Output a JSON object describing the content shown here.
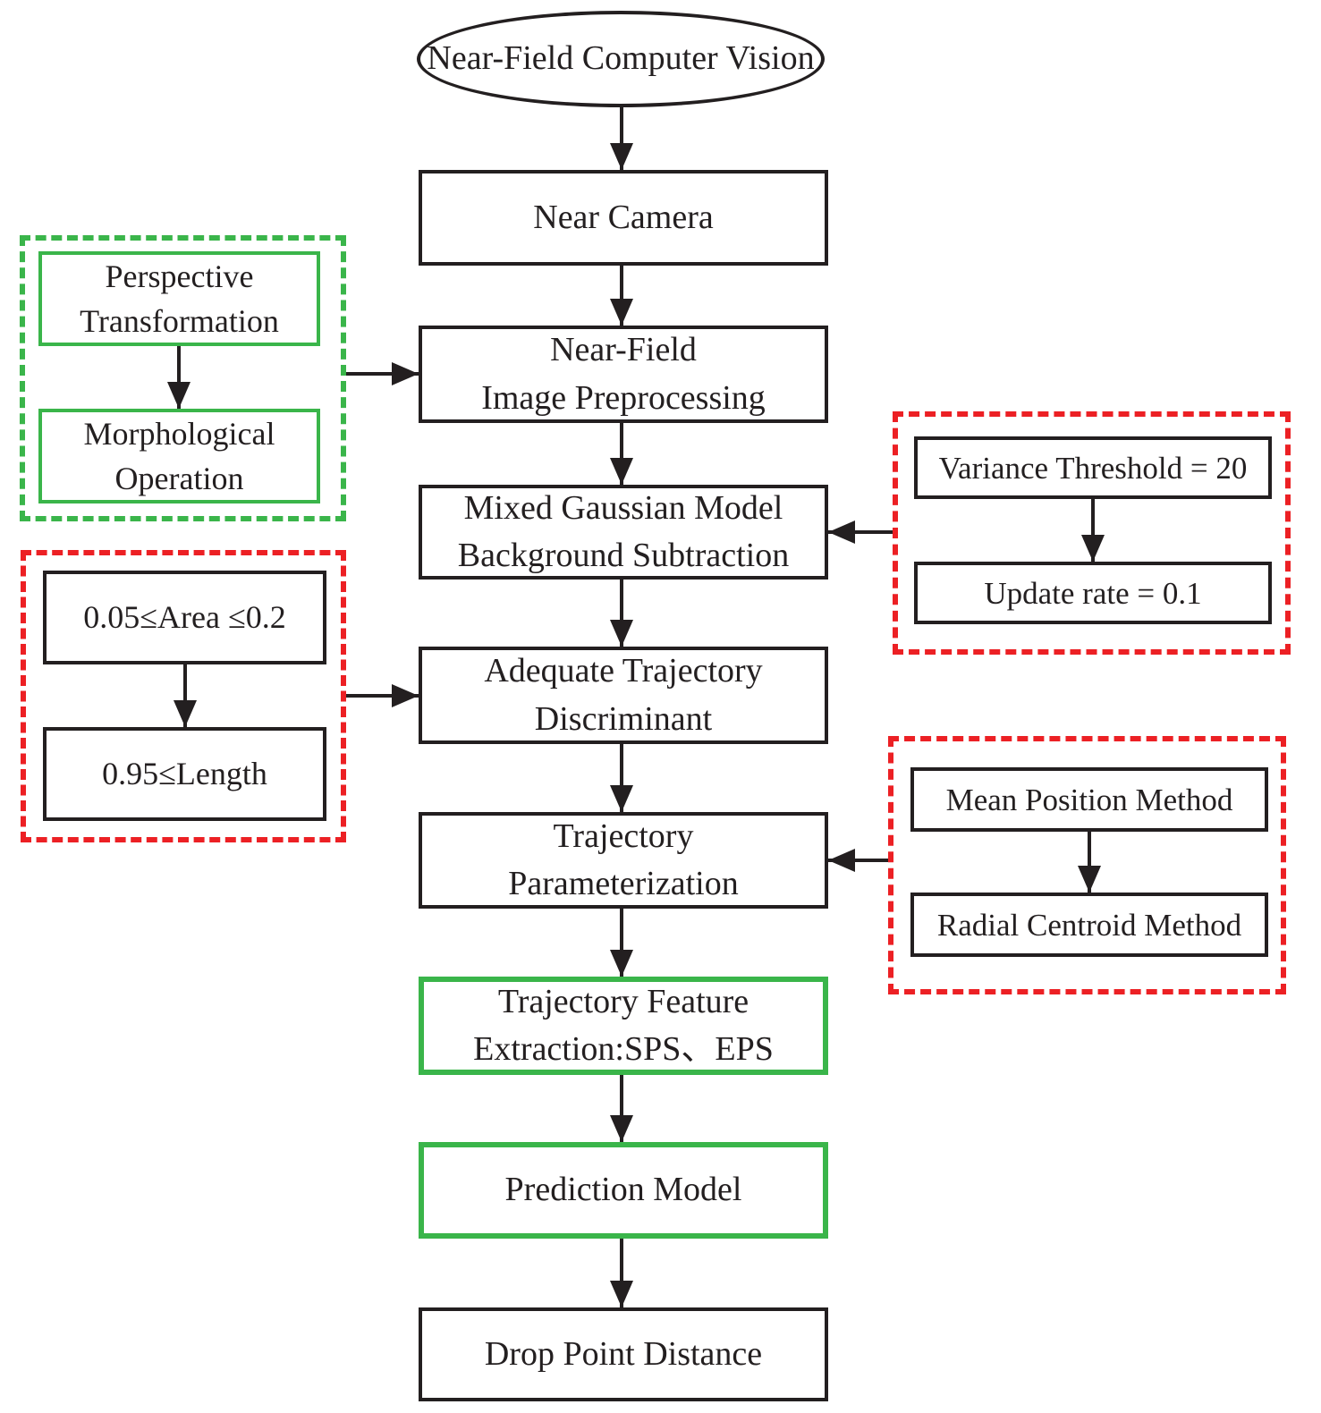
{
  "colors": {
    "accent_green": "#3ab54a",
    "accent_red": "#ec2024",
    "line_black": "#231f20"
  },
  "flow": {
    "start": "Near-Field Computer Vision",
    "near_camera": "Near Camera",
    "image_preprocessing": "Near-Field\nImage Preprocessing",
    "background_subtraction": "Mixed Gaussian Model\nBackground Subtraction",
    "trajectory_discriminant": "Adequate Trajectory\nDiscriminant",
    "trajectory_parameterization": "Trajectory\nParameterization",
    "feature_extraction": "Trajectory Feature\nExtraction:SPS、EPS",
    "prediction_model": "Prediction Model",
    "drop_point_distance": "Drop Point Distance"
  },
  "groups": {
    "preprocessing_steps": {
      "first": "Perspective\nTransformation",
      "second": "Morphological\nOperation"
    },
    "trajectory_criteria": {
      "first": "0.05≤Area ≤0.2",
      "second": "0.95≤Length"
    },
    "gaussian_params": {
      "first": "Variance Threshold = 20",
      "second": "Update rate = 0.1"
    },
    "parameterization_methods": {
      "first": "Mean Position Method",
      "second": "Radial Centroid Method"
    }
  }
}
